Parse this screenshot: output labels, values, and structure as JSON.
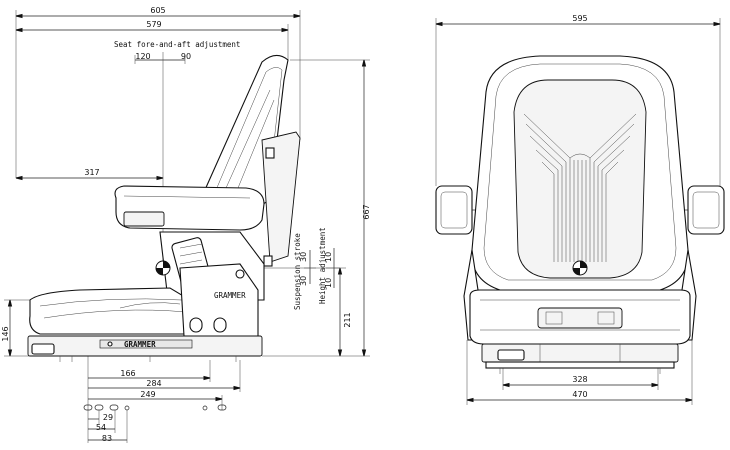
{
  "side_view": {
    "dims": {
      "overall_depth": "605",
      "depth_2": "579",
      "seat_depth_ref": "317",
      "overall_height": "667",
      "base_height": "146",
      "height_211": "211",
      "d166": "166",
      "d284": "284",
      "d249": "249",
      "d29": "29",
      "d54": "54",
      "d83": "83"
    },
    "fore_aft": {
      "label": "Seat fore-and-aft adjustment",
      "back": "120",
      "front": "90"
    },
    "suspension": {
      "label": "Suspension stroke",
      "a": "30",
      "b": "30"
    },
    "height_adj": {
      "label": "Height adjustment",
      "a": "10",
      "b": "10"
    },
    "brand": "GRAMMER"
  },
  "front_view": {
    "dims": {
      "overall_width": "595",
      "w328": "328",
      "w470": "470"
    }
  }
}
